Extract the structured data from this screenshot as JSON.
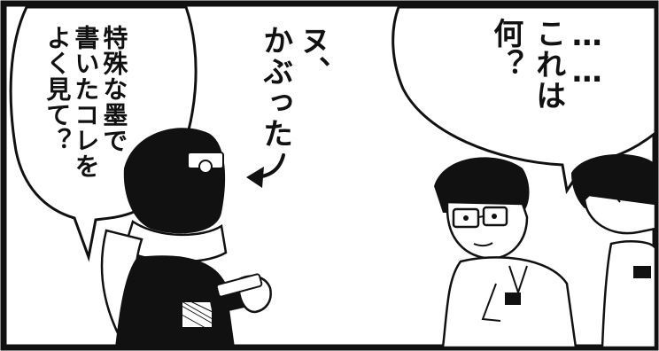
{
  "panel": {
    "speech_left_col1": "特殊な墨で",
    "speech_left_col2": "書いたコレを",
    "speech_left_col3": "よく見て？",
    "sfx_col1": "ヌ、",
    "sfx_col2": "かぶった",
    "speech_right_col1": "……",
    "speech_right_col2": "これは",
    "speech_right_col3": "何？"
  },
  "colors": {
    "ink": "#111111",
    "paper": "#ffffff"
  }
}
